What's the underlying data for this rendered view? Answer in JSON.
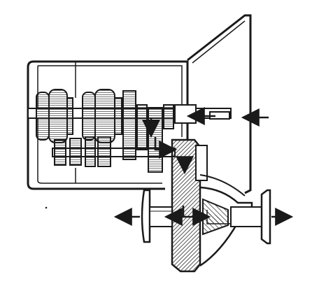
{
  "diagram": {
    "kind": "transaxle-power-flow",
    "colors": {
      "ink": "#1a1a1a",
      "paper": "#ffffff",
      "hatch": "#2a2a2a",
      "shade": "#9a9a9a"
    },
    "parts": [
      "transmission-case",
      "bell-housing",
      "input-shaft",
      "output-shaft",
      "gear-cluster",
      "synchronizer-sleeves",
      "ring-gear",
      "differential-housing",
      "left-drive-flange",
      "right-drive-flange"
    ],
    "arrows": [
      "input-power-arrow",
      "input-shaft-flow-arrow",
      "transfer-down-arrow",
      "output-transfer-arrow",
      "ring-gear-down-arrow",
      "left-output-arrow",
      "right-output-arrow",
      "center-split-arrow"
    ]
  }
}
